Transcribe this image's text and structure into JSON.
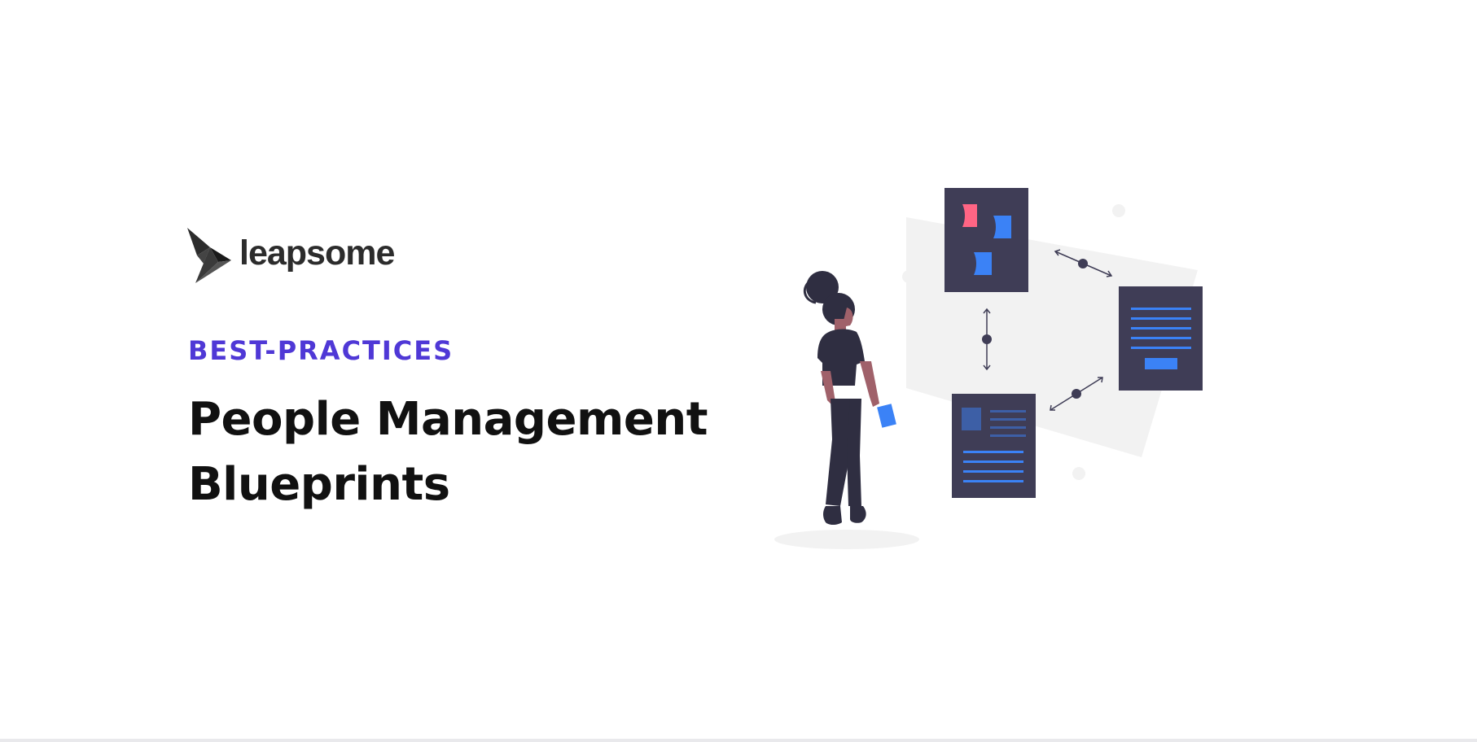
{
  "brand": {
    "name": "leapsome",
    "logo_icon": "origami-bird-icon"
  },
  "header": {
    "category": "BEST-PRACTICES",
    "title_lines": [
      "People Management",
      "Blueprints"
    ]
  },
  "illustration": {
    "subject": "person-with-documents",
    "colors": {
      "document": "#3f3d56",
      "backdrop": "#f2f2f2",
      "accent_blue": "#3b82f6",
      "accent_pink": "#ff6584",
      "skin": "#a0616a"
    }
  },
  "colors": {
    "category": "#4f38d6",
    "title": "#111111",
    "background": "#ffffff"
  }
}
